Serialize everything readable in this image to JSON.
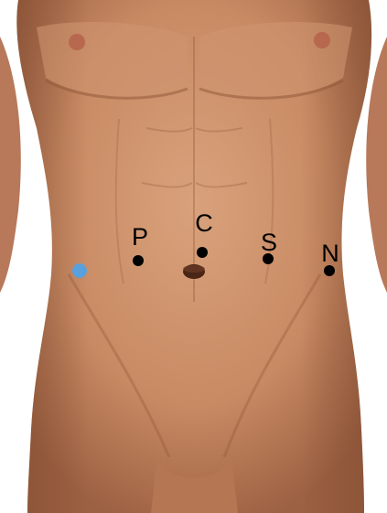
{
  "image": {
    "subject": "abdomen-torso",
    "colors": {
      "skin": "#c88a63",
      "skin_light": "#d9a27c",
      "skin_shadow": "#9c6042",
      "nipple": "#b8684f",
      "background": "#ffffff",
      "marker": "#000000",
      "highlight_dot": "#5aa0dc"
    }
  },
  "markers": [
    {
      "label": "P"
    },
    {
      "label": "C"
    },
    {
      "label": "S"
    },
    {
      "label": "N"
    }
  ],
  "highlight": {
    "color": "#5aa0dc"
  }
}
